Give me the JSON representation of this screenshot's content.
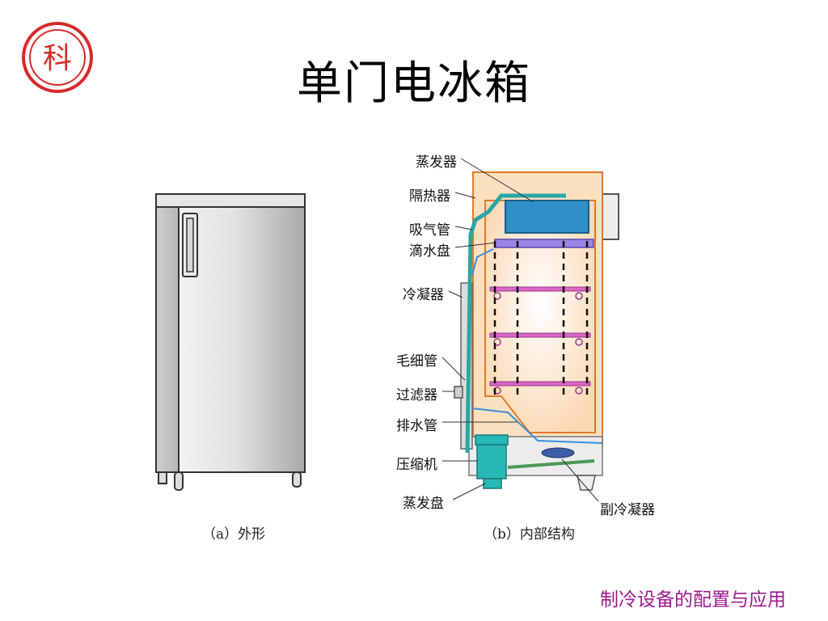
{
  "slide": {
    "title": "单门电冰箱",
    "footer": "制冷设备的配置与应用",
    "logo_color": "#d62a2a",
    "logo_text": "科"
  },
  "captions": {
    "exterior": "（a）外形",
    "interior": "（b）内部结构"
  },
  "labels": {
    "evaporator": "蒸发器",
    "insulation": "隔热器",
    "suction_pipe": "吸气管",
    "drip_tray": "滴水盘",
    "condenser": "冷凝器",
    "capillary": "毛细管",
    "filter": "过滤器",
    "drain_pipe": "排水管",
    "compressor": "压缩机",
    "evap_tray": "蒸发盘",
    "aux_condenser": "副冷凝器"
  },
  "colors": {
    "evaporator_fill": "#2e8fc9",
    "cabinet_outline": "#e07a2c",
    "interior_glow": "#fbe3c8",
    "shelf": "#d966c6",
    "drip_tray_fill": "#9b86e6",
    "pipe": "#2aa6a6",
    "compressor_fill": "#28b8b5"
  }
}
